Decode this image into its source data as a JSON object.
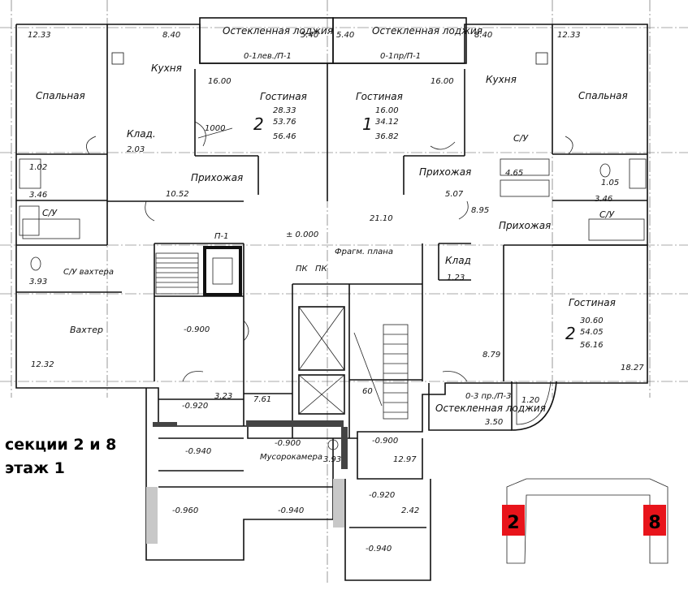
{
  "caption": {
    "line1": "секции 2 и 8",
    "line2": "этаж 1"
  },
  "rooms": {
    "bedroom": "Спальная",
    "kitchen": "Кухня",
    "living": "Гостиная",
    "hall": "Прихожая",
    "storage": "Клад.",
    "storage2": "Клад",
    "wc": "С/У",
    "guard_wc": "С/У вахтера",
    "guard": "Вахтер",
    "loggia": "Остекленная лоджия",
    "garbage": "Мусорокамера",
    "fragment": "Фрагм. плана"
  },
  "apartments": {
    "left": {
      "rooms": "2",
      "a": "28.33",
      "b": "53.76",
      "c": "56.46"
    },
    "center": {
      "rooms": "1",
      "a": "16.00",
      "b": "34.12",
      "c": "36.82"
    },
    "right": {
      "rooms": "2",
      "a": "30.60",
      "b": "54.05",
      "c": "56.16"
    }
  },
  "marks": {
    "axis_left": "0-1лев./П-1",
    "axis_center": "0-1пр/П-1",
    "axis_right": "0-3 пр./П-3",
    "p1": "П-1",
    "pk": "ПК",
    "zero": "± 0.000",
    "d1000": "1000",
    "d60": "60"
  },
  "areas": [
    "12.33",
    "8.40",
    "5.40",
    "5.40",
    "8.40",
    "12.33",
    "16.00",
    "16.00",
    "2.03",
    "1.02",
    "3.46",
    "10.52",
    "21.10",
    "5.07",
    "8.95",
    "4.65",
    "1.05",
    "3.46",
    "3.93",
    "1.23",
    "12.32",
    "8.79",
    "18.27",
    "3.23",
    "7.61",
    "3.93",
    "12.97",
    "2.42",
    "1.20",
    "3.50"
  ],
  "levels": [
    "-0.900",
    "-0.920",
    "-0.940",
    "-0.900",
    "-0.900",
    "-0.920",
    "-0.960",
    "-0.940",
    "-0.940"
  ],
  "legend": {
    "left": "2",
    "right": "8",
    "color": "#e8141b"
  }
}
